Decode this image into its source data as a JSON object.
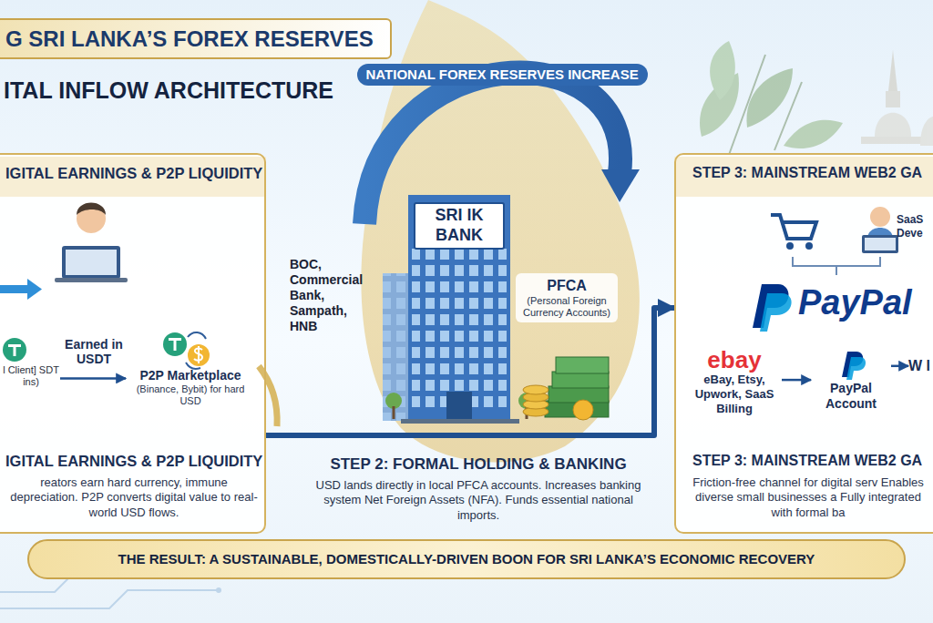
{
  "diagram": {
    "title": "G SRI LANKA’S FOREX RESERVES",
    "nodes": [
      {
        "text": [
          "IGITAL EARNINGS & P2P LIQUIDITY",
          "IGITAL EARNINGS & P2P LIQUIDITY",
          "reators earn hard currency, immune depreciation. P2P converts digital value to real-world USD flows."
        ]
      },
      {
        "text": [
          "l Client] SDT ins)"
        ],
        "in": 0
      },
      {
        "text": [
          "P2P Marketplace",
          "(Binance, Bybit) for hard USD"
        ],
        "in": 0
      },
      {
        "text": [
          "SRI lK BANK"
        ]
      },
      {
        "text": [
          "PFCA",
          "(Personal Foreign Currency Accounts)"
        ]
      },
      {
        "text": [
          "STEP 3: MAINSTREAM WEB2 GA",
          "STEP 3: MAINSTREAM WEB2 GA",
          "Friction-free channel for digital serv Enables diverse small businesses a Fully integrated with formal ba"
        ]
      },
      {
        "text": [
          "ebay",
          "eBay, Etsy, Upwork, SaaS Billing"
        ],
        "in": 5
      },
      {
        "text": [
          "PayPal Account"
        ],
        "in": 5
      },
      {
        "text": [
          "W l"
        ],
        "in": 5
      },
      {
        "text": [
          "THE RESULT: A SUSTAINABLE, DOMESTICALLY-DRIVEN BOON FOR SRI LANKA’S ECONOMIC RECOVERY"
        ]
      }
    ],
    "edges": [
      {
        "from": 1,
        "to": 2,
        "label": "Earned in USDT",
        "arrow": "to"
      },
      {
        "from": 0,
        "to": 5,
        "arrow": "to"
      },
      {
        "from": 6,
        "to": 7,
        "arrow": "to"
      },
      {
        "from": 7,
        "to": 8,
        "arrow": "to"
      }
    ],
    "labels": [
      "ITAL INFLOW ARCHITECTURE",
      "NATIONAL FOREX RESERVES INCREASE",
      "BOC, Commercial Bank, Sampath, HNB",
      "STEP 2: FORMAL HOLDING & BANKING",
      "USD lands directly in local PFCA accounts. Increases banking system Net Foreign Assets (NFA). Funds essential national imports.",
      "SaaS Deve",
      "PayPal"
    ]
  }
}
